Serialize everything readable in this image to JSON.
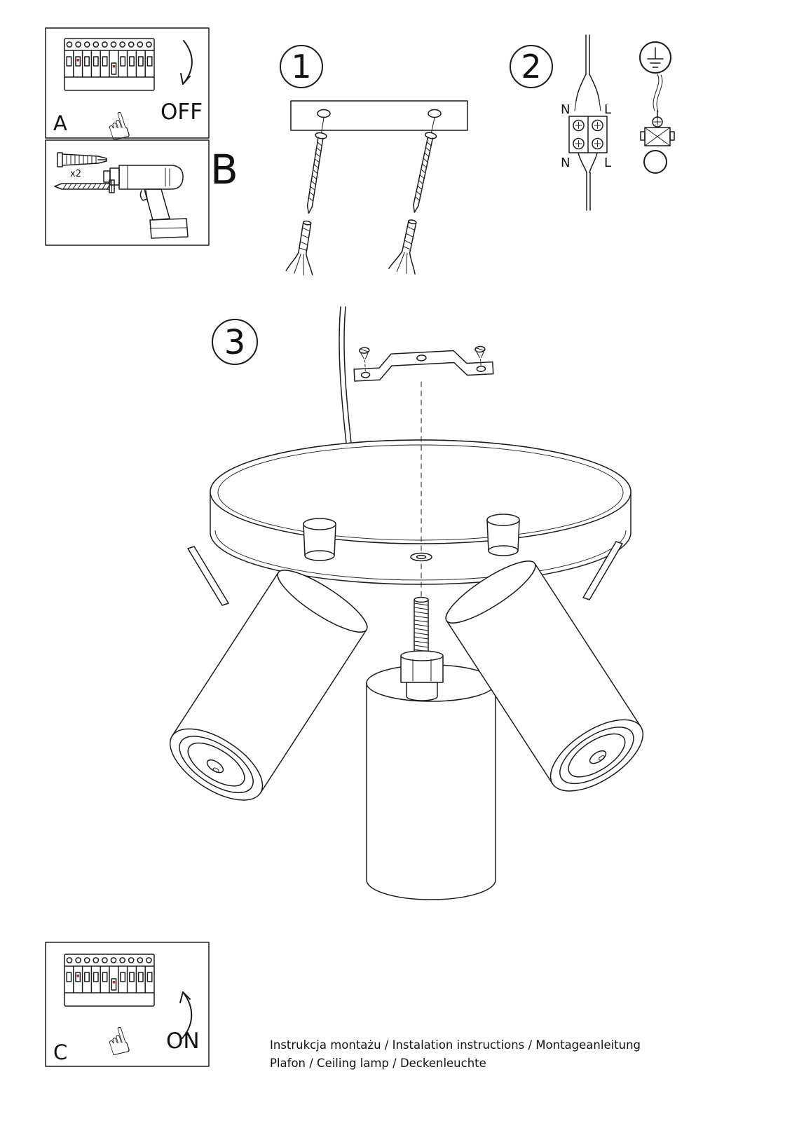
{
  "page": {
    "background": "#ffffff",
    "ink": "#1c1c1c",
    "accent_red": "#b03030"
  },
  "icons": {
    "hand_pointing": "☝"
  },
  "panel_a": {
    "label": "A",
    "switch_state": "OFF"
  },
  "panel_b": {
    "label": "B",
    "quantity": "x2"
  },
  "panel_c": {
    "label": "C",
    "switch_state": "ON"
  },
  "steps": {
    "step1": "1",
    "step2": "2",
    "step3": "3"
  },
  "wiring": {
    "neutral": "N",
    "live": "L"
  },
  "footer": {
    "line1": "Instrukcja montażu / Instalation instructions / Montageanleitung",
    "line2": "Plafon / Ceiling lamp / Deckenleuchte"
  }
}
